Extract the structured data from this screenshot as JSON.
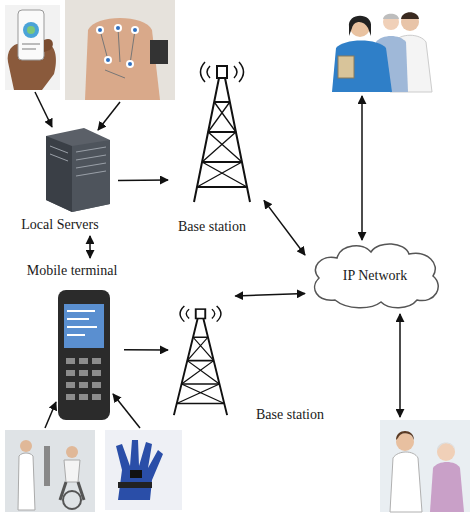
{
  "diagram": {
    "nodes": [
      {
        "text": [
          "Local Servers"
        ]
      },
      {
        "text": [
          "Base station"
        ]
      },
      {
        "text": [
          "IP Network"
        ]
      },
      {
        "text": [
          "Mobile terminal"
        ]
      },
      {
        "text": [
          "Base station"
        ]
      }
    ],
    "edges": [
      {
        "from": 0,
        "to": 1,
        "arrow": "to"
      },
      {
        "from": 1,
        "to": 2,
        "arrow": "both"
      },
      {
        "from": 0,
        "to": 3,
        "arrow": "both"
      },
      {
        "from": 3,
        "to": 4,
        "arrow": "to"
      },
      {
        "from": 4,
        "to": 2,
        "arrow": "both"
      }
    ]
  }
}
